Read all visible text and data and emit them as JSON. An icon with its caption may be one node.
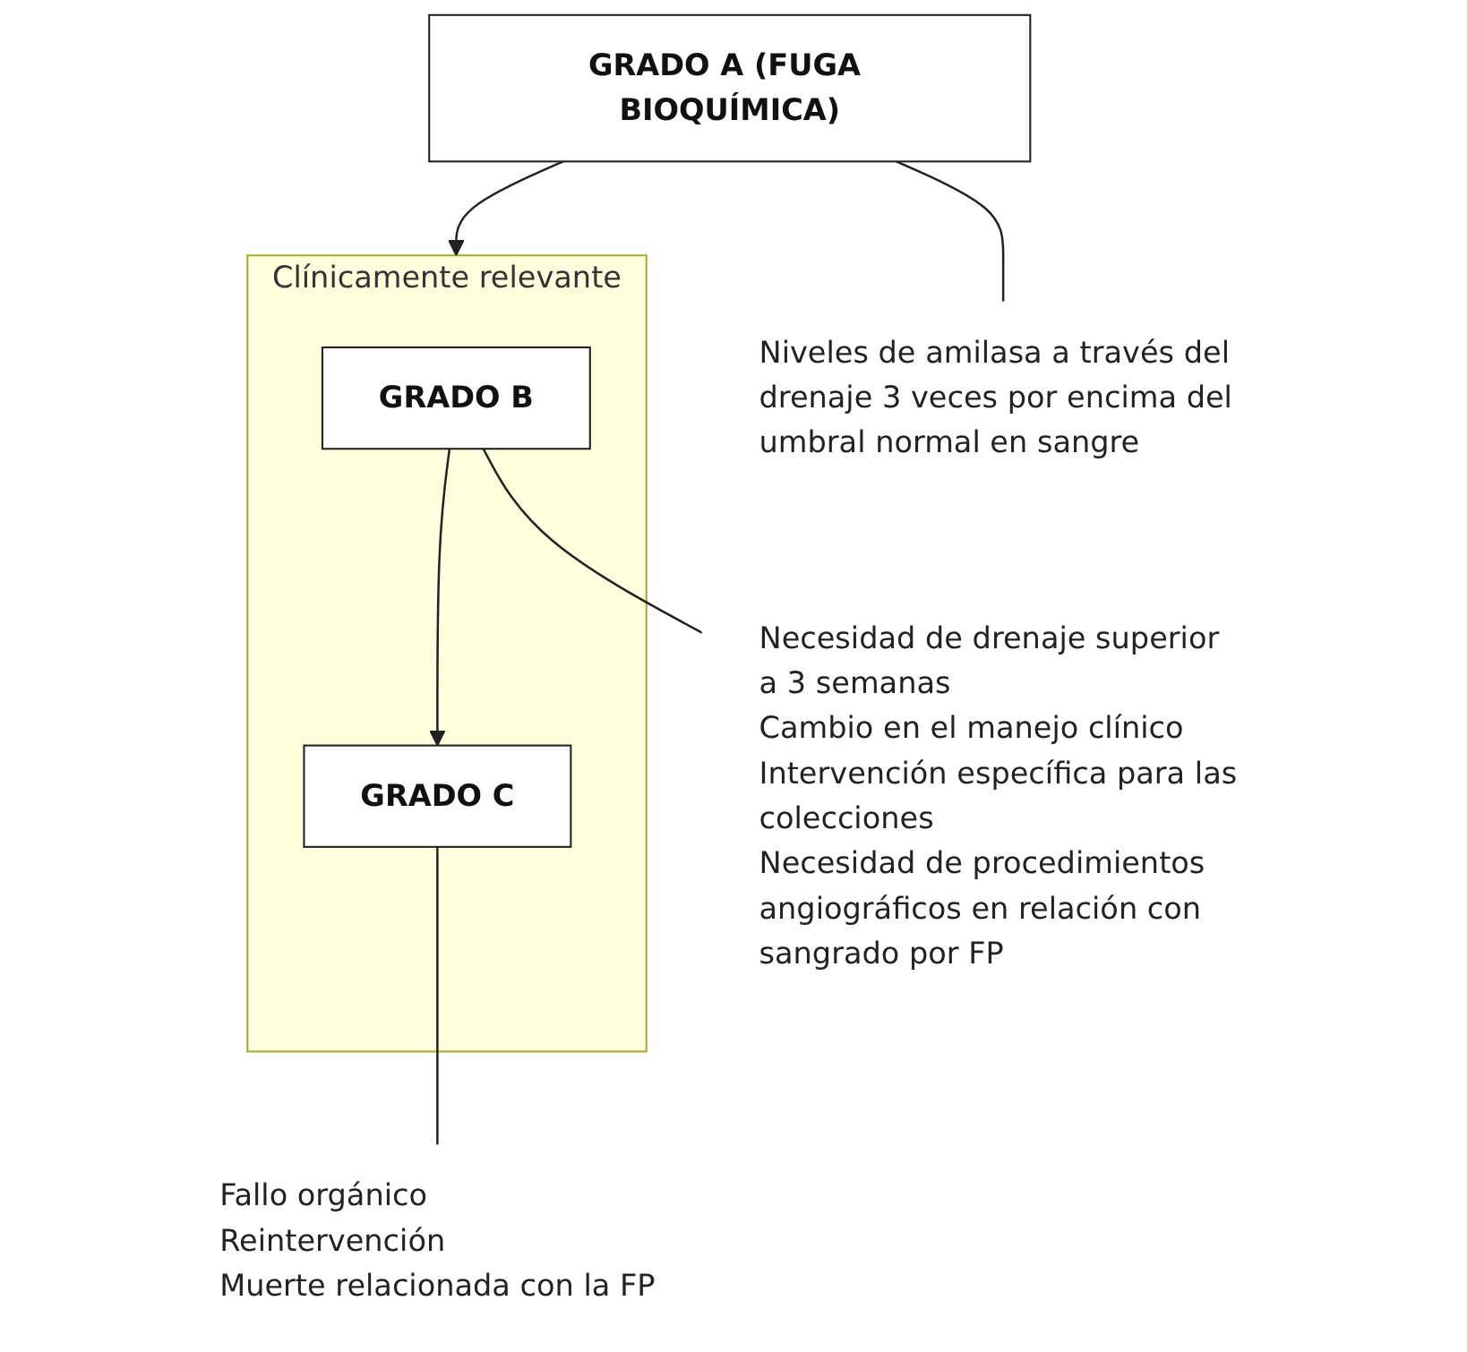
{
  "diagram": {
    "nodes": [
      {
        "text": [
          "GRADO A (FUGA BIOQUÍMICA)"
        ]
      },
      {
        "text": [
          "Niveles de amilasa a través del drenaje 3 veces por encima del umbral normal en sangre"
        ]
      },
      {
        "text": [
          "Clínicamente relevante"
        ]
      },
      {
        "text": [
          "GRADO B"
        ],
        "in": 2
      },
      {
        "text": [
          "Necesidad de drenaje superior a 3 semanas",
          "Cambio en el manejo clínico",
          "Intervención específica para las colecciones",
          "Necesidad de procedimientos angiográficos en relación con sangrado por FP"
        ]
      },
      {
        "text": [
          "GRADO C"
        ],
        "in": 2
      },
      {
        "text": [
          "Fallo orgánico",
          "Reintervención",
          "Muerte relacionada con la FP"
        ]
      }
    ],
    "edges": [
      {
        "from": 0,
        "to": 1,
        "arrow": "none"
      },
      {
        "from": 0,
        "to": 2,
        "arrow": "to"
      },
      {
        "from": 3,
        "to": 4,
        "arrow": "none"
      },
      {
        "from": 3,
        "to": 5,
        "arrow": "to"
      },
      {
        "from": 5,
        "to": 6,
        "arrow": "none"
      }
    ]
  }
}
